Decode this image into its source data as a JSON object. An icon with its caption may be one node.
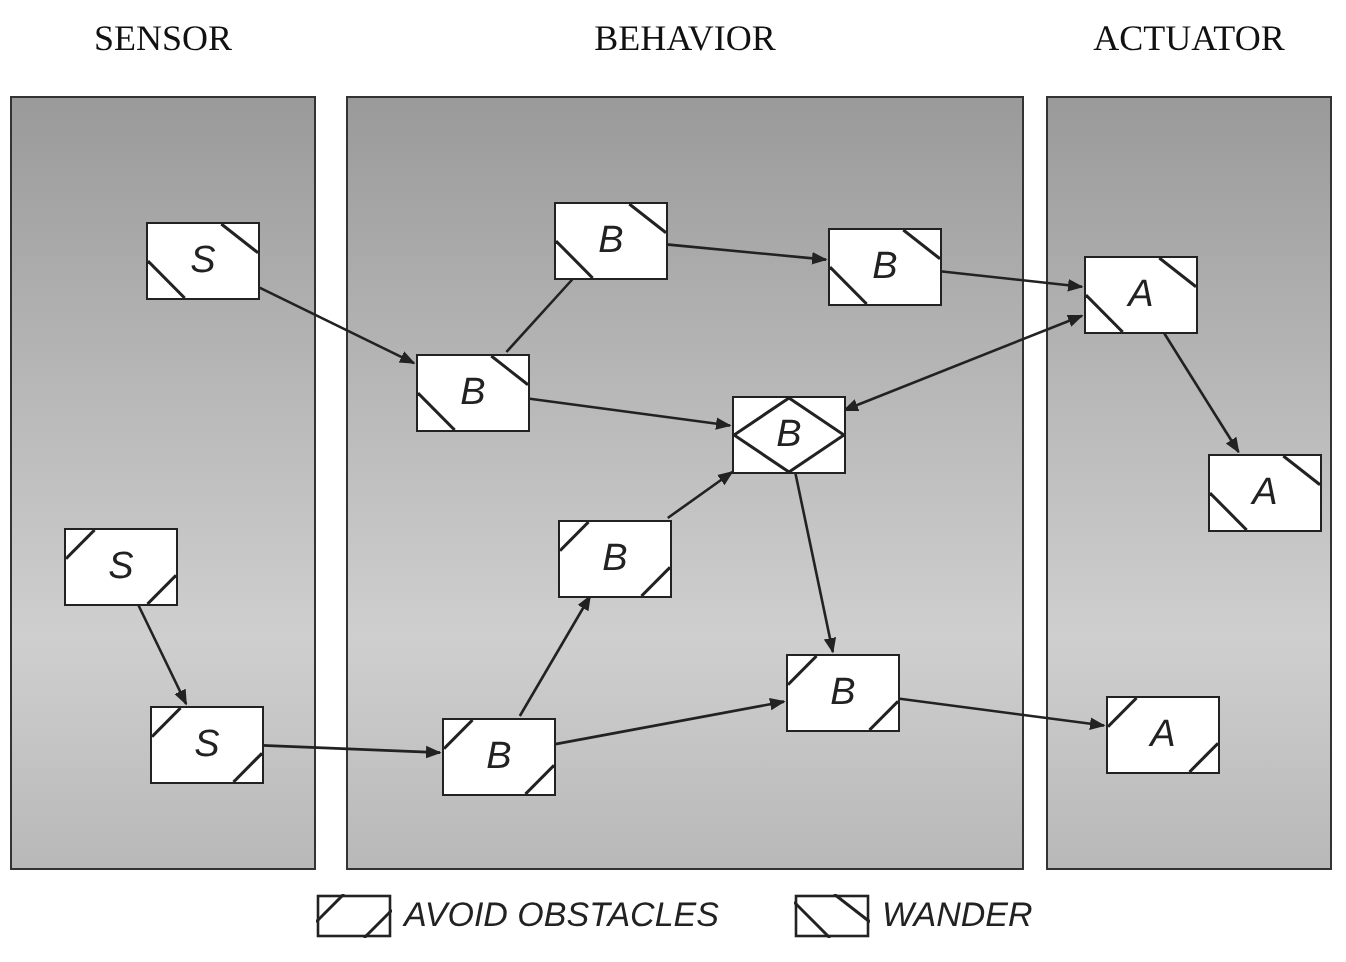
{
  "diagram": {
    "nodes": [
      {
        "text": [
          "SENSOR"
        ]
      },
      {
        "text": [
          "BEHAVIOR"
        ]
      },
      {
        "text": [
          "ACTUATOR"
        ]
      },
      {
        "text": [
          "S"
        ],
        "in": 0
      },
      {
        "text": [
          "S"
        ],
        "in": 0
      },
      {
        "text": [
          "S"
        ],
        "in": 0
      },
      {
        "text": [
          "B"
        ],
        "in": 1
      },
      {
        "text": [
          "B"
        ],
        "in": 1
      },
      {
        "text": [
          "B"
        ],
        "in": 1
      },
      {
        "text": [
          "B"
        ],
        "in": 1
      },
      {
        "text": [
          "B"
        ],
        "in": 1
      },
      {
        "text": [
          "B"
        ],
        "in": 1
      },
      {
        "text": [
          "B"
        ],
        "in": 1
      },
      {
        "text": [
          "A"
        ],
        "in": 2
      },
      {
        "text": [
          "A"
        ],
        "in": 2
      },
      {
        "text": [
          "A"
        ],
        "in": 2
      }
    ],
    "edges": [
      {
        "from": 3,
        "to": 6,
        "arrow": "to"
      },
      {
        "from": 6,
        "to": 7,
        "arrow": "none"
      },
      {
        "from": 7,
        "to": 8,
        "arrow": "to"
      },
      {
        "from": 8,
        "to": 13,
        "arrow": "to"
      },
      {
        "from": 6,
        "to": 9,
        "arrow": "to"
      },
      {
        "from": 9,
        "to": 13,
        "arrow": "both"
      },
      {
        "from": 13,
        "to": 14,
        "arrow": "to"
      },
      {
        "from": 4,
        "to": 5,
        "arrow": "to"
      },
      {
        "from": 5,
        "to": 11,
        "arrow": "to"
      },
      {
        "from": 11,
        "to": 10,
        "arrow": "to"
      },
      {
        "from": 10,
        "to": 9,
        "arrow": "to"
      },
      {
        "from": 11,
        "to": 12,
        "arrow": "to"
      },
      {
        "from": 9,
        "to": 12,
        "arrow": "to"
      },
      {
        "from": 12,
        "to": 15,
        "arrow": "to"
      }
    ],
    "legend": [
      {
        "text": "AVOID OBSTACLES"
      },
      {
        "text": "WANDER"
      }
    ]
  }
}
